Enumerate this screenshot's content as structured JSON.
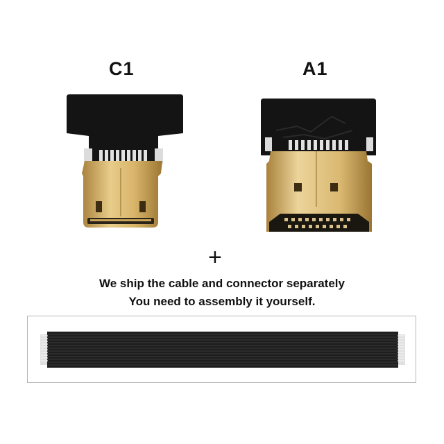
{
  "connectors": [
    {
      "label": "C1"
    },
    {
      "label": "A1"
    }
  ],
  "plus_symbol": "+",
  "notes": {
    "line1": "We ship the cable and connector separately",
    "line2": "You need to assembly it yourself."
  },
  "colors": {
    "pcb": "#141414",
    "gold": "#d8b56a",
    "gold_dark": "#a9823d",
    "pins": "#d8d8d8",
    "cable": "#1e1e1e"
  }
}
